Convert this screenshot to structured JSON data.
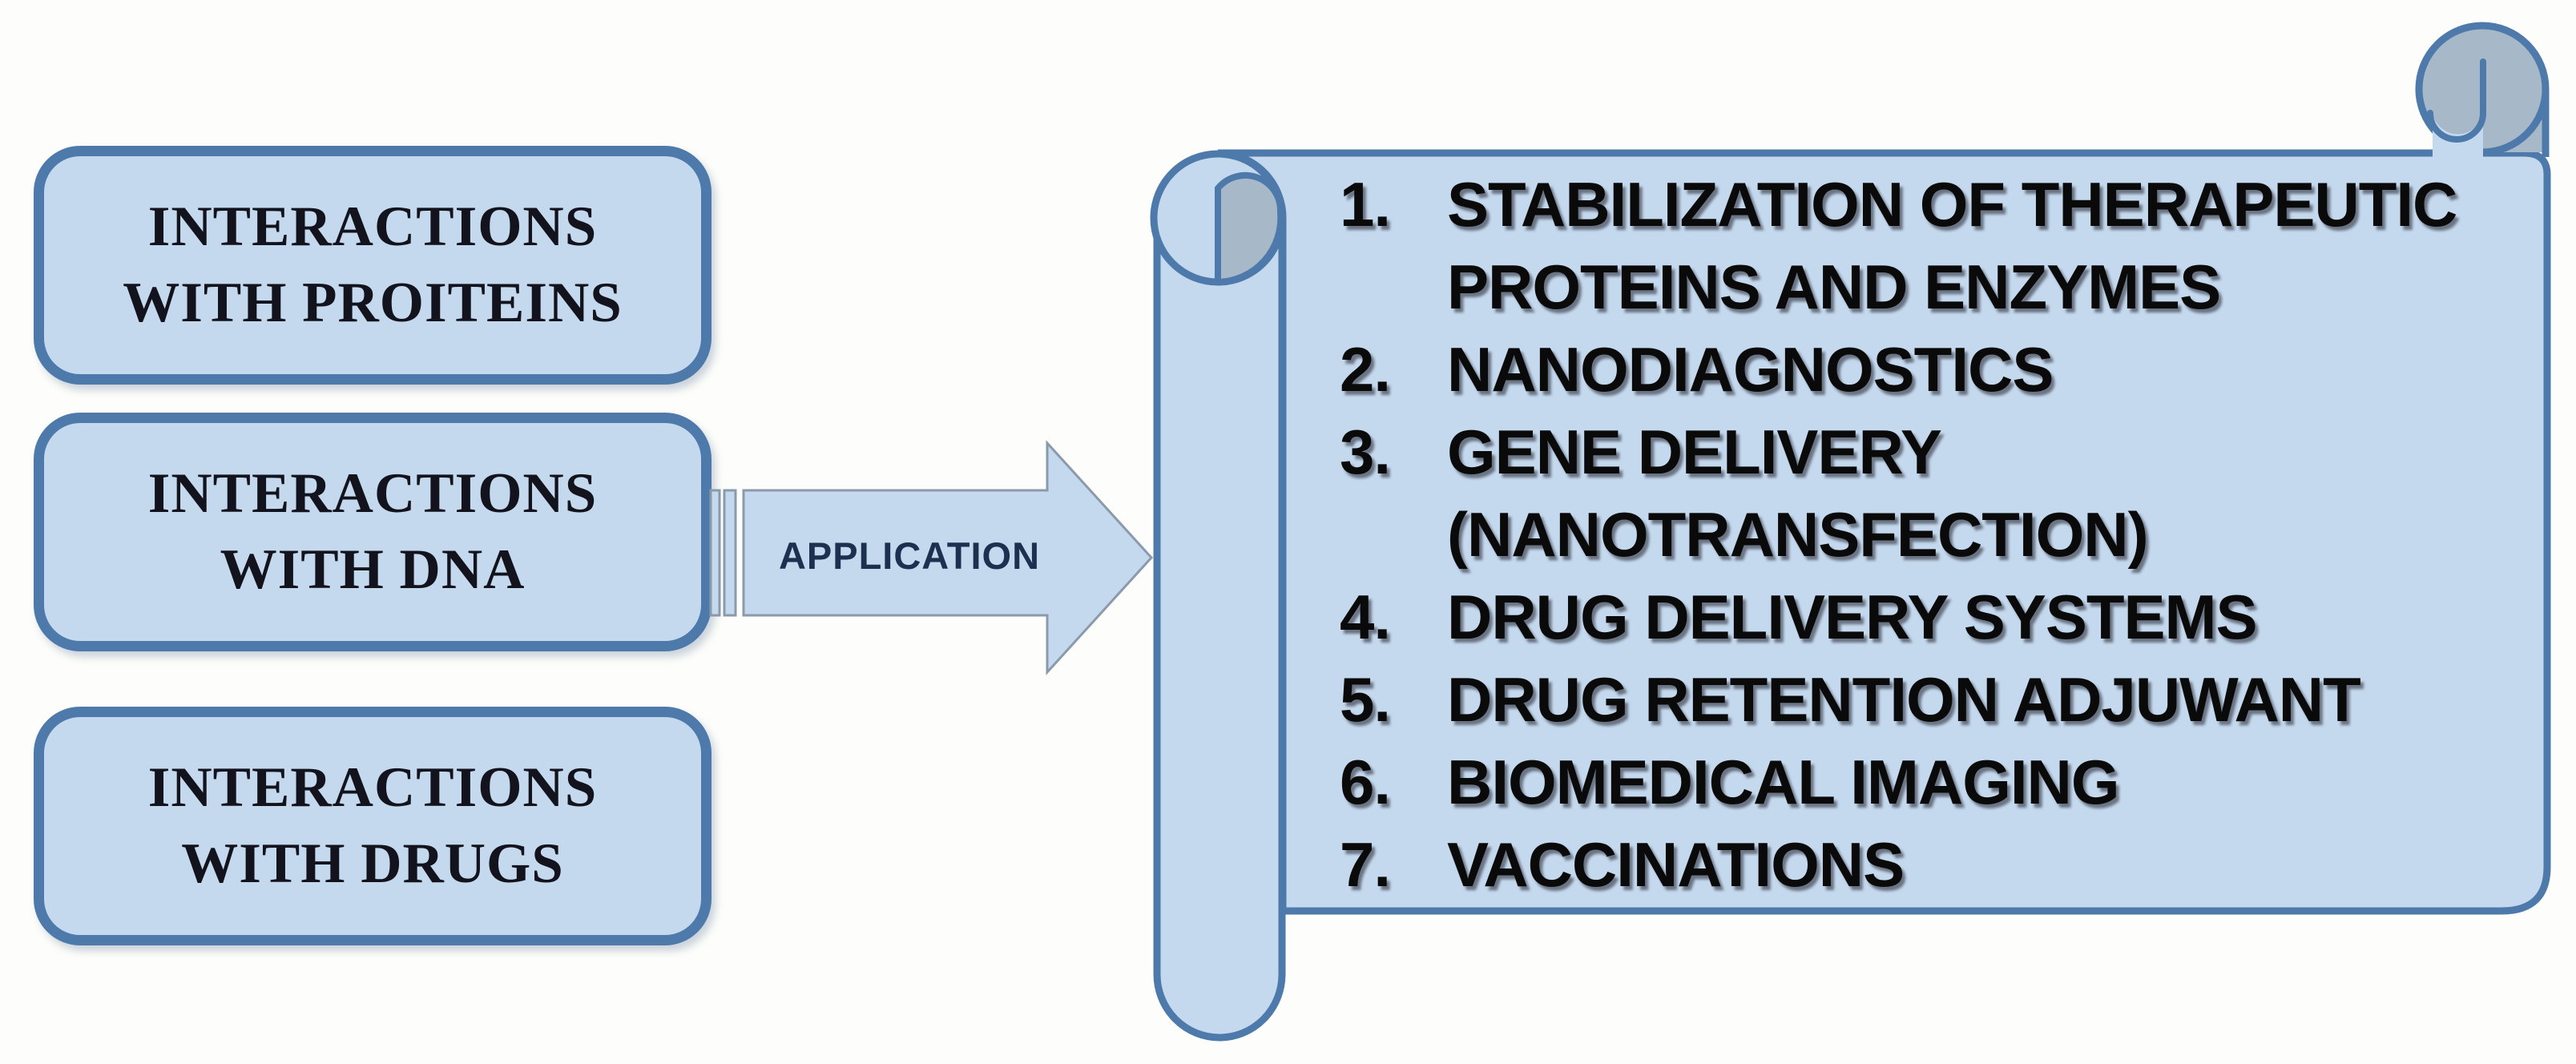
{
  "colors": {
    "background": "#fdfefb",
    "shape_fill": "#c5d9ee",
    "shape_stroke": "#4d7aab",
    "roll_gray": "#a7b8c8",
    "arrow_outline": "#8a9aab",
    "box_text": "#13131d",
    "list_text": "#0a0a0a",
    "arrow_text": "#1c3050"
  },
  "boxes": [
    {
      "line1": "INTERACTIONS",
      "line2": "WITH PROITEINS"
    },
    {
      "line1": "INTERACTIONS",
      "line2": "WITH DNA"
    },
    {
      "line1": "INTERACTIONS",
      "line2": "WITH DRUGS"
    }
  ],
  "arrow": {
    "label": "APPLICATION"
  },
  "scroll": {
    "rows": [
      {
        "num": "1.",
        "text": "STABILIZATION OF THERAPEUTIC"
      },
      {
        "num": "",
        "text": "PROTEINS AND ENZYMES"
      },
      {
        "num": "2.",
        "text": "NANODIAGNOSTICS"
      },
      {
        "num": "3.",
        "text": "GENE DELIVERY"
      },
      {
        "num": "",
        "text": "(NANOTRANSFECTION)"
      },
      {
        "num": "4.",
        "text": "DRUG DELIVERY SYSTEMS"
      },
      {
        "num": "5.",
        "text": "DRUG RETENTION ADJUWANT"
      },
      {
        "num": "6.",
        "text": "BIOMEDICAL IMAGING"
      },
      {
        "num": "7.",
        "text": "VACCINATIONS"
      }
    ]
  }
}
